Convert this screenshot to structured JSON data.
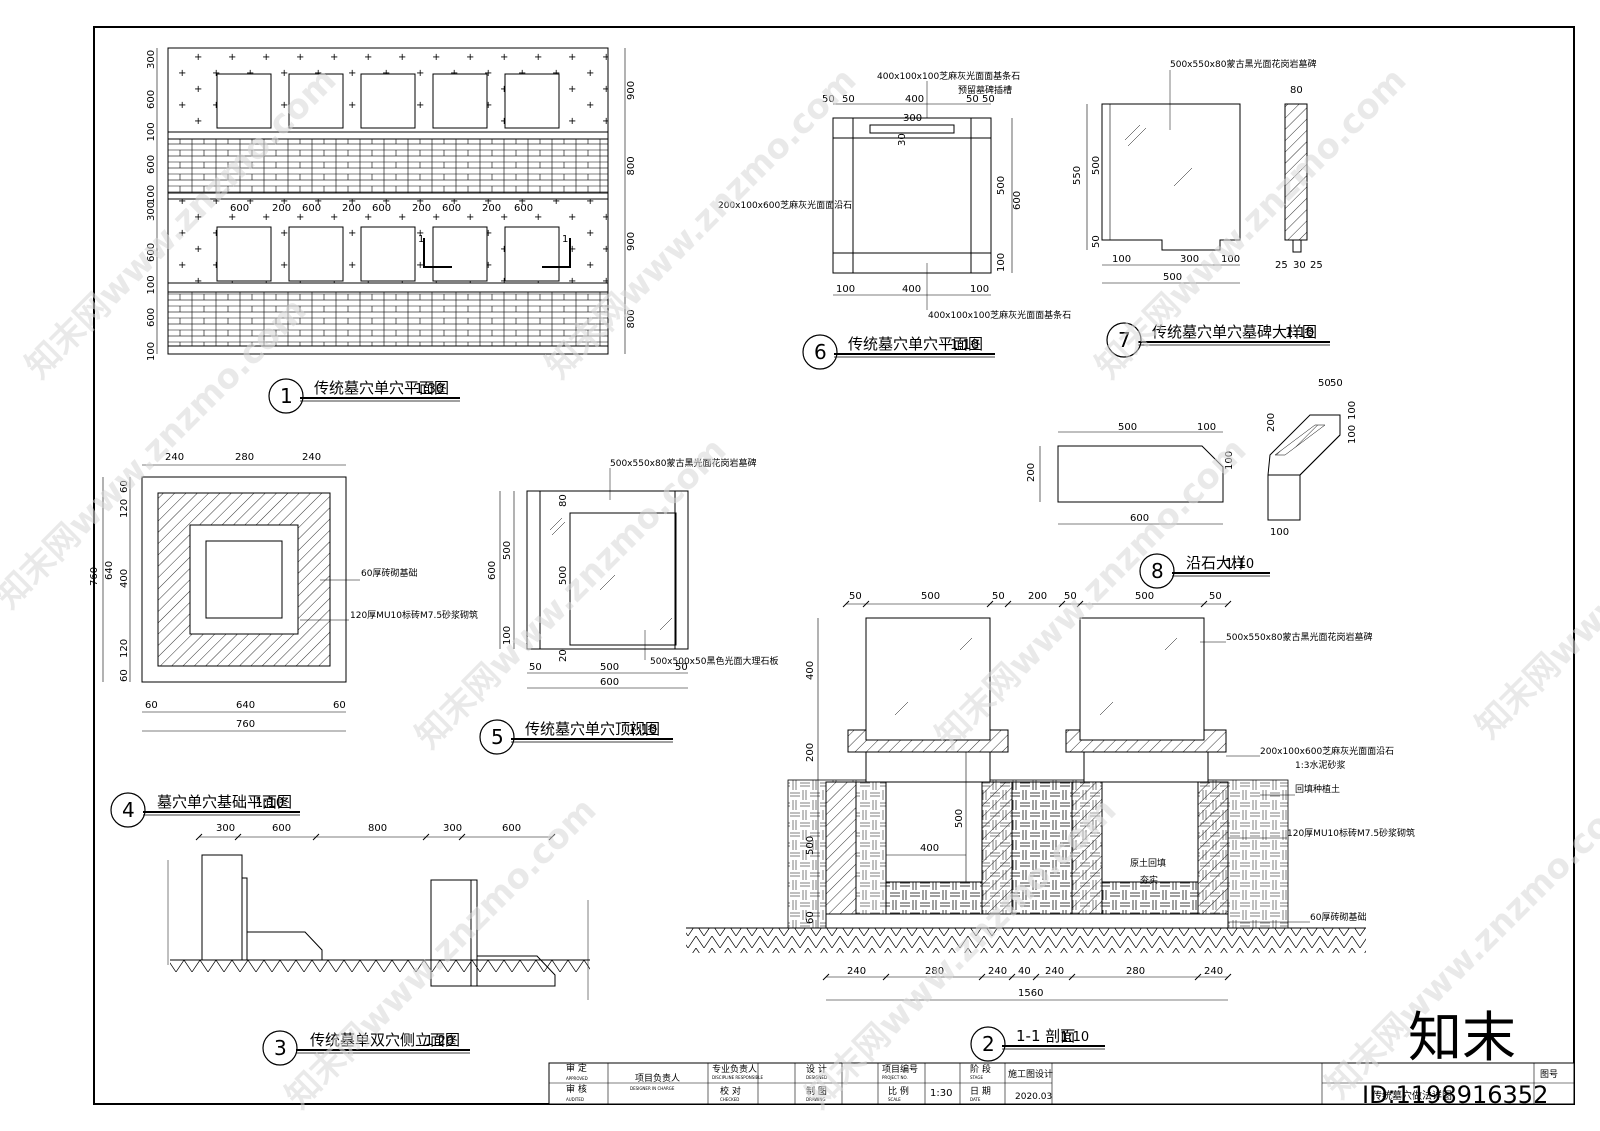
{
  "views": {
    "v1": {
      "num": "1",
      "title": "传统墓穴单穴平面图",
      "scale": "1:30"
    },
    "v2": {
      "num": "2",
      "title": "1-1 剖面",
      "scale": "1:10"
    },
    "v3": {
      "num": "3",
      "title": "传统墓单双穴侧立面图",
      "scale": "1:20"
    },
    "v4": {
      "num": "4",
      "title": "墓穴单穴基础平面图",
      "scale": "1:10"
    },
    "v5": {
      "num": "5",
      "title": "传统墓穴单穴顶视图",
      "scale": "1:10"
    },
    "v6": {
      "num": "6",
      "title": "传统墓穴单穴平面图",
      "scale": "1:10"
    },
    "v7": {
      "num": "7",
      "title": "传统墓穴单穴墓碑大样图",
      "scale": "1:10"
    },
    "v8": {
      "num": "8",
      "title": "沿石大样",
      "scale": "1:10"
    }
  },
  "notes": {
    "stone_400": "400x100x100芝麻灰光面面基条石",
    "slot": "预留墓碑插槽",
    "stone_200": "200x100x600芝麻灰光面面沿石",
    "tablet": "500x550x80蒙古黑光面花岗岩墓碑",
    "marble": "500x500x50黑色光面大理石板",
    "brick_base": "60厚砖砌基础",
    "brick_wall": "120厚MU10标砖M7.5砂浆砌筑",
    "mortar": "1:3水泥砂浆",
    "backfill": "回填种植土",
    "soil_fill": "原土回填",
    "compact": "夯实",
    "section_mark": "1"
  },
  "dims": {
    "v1_right": [
      "900",
      "800",
      "900",
      "800"
    ],
    "v1_left": [
      "300",
      "600",
      "100",
      "600",
      "100",
      "300",
      "600",
      "100",
      "600",
      "100"
    ],
    "v1_mid": [
      "600",
      "200",
      "600",
      "200",
      "600",
      "200",
      "600",
      "200",
      "600"
    ],
    "v6": {
      "top": [
        "50",
        "50",
        "400",
        "50",
        "50"
      ],
      "inner": "300",
      "slot": "30",
      "right": [
        "500",
        "600",
        "100"
      ],
      "bottom": [
        "100",
        "400",
        "100"
      ]
    },
    "v7": {
      "h550": "550",
      "h500": "500",
      "h50": "50",
      "bottom": [
        "100",
        "300",
        "100"
      ],
      "total": "500",
      "side_top": "80",
      "side_bottom": [
        "25",
        "30",
        "25"
      ]
    },
    "v8": {
      "top": [
        "500",
        "100"
      ],
      "left": "200",
      "right": "100",
      "bottom": "600",
      "iso": [
        "50",
        "50",
        "100",
        "100",
        "200",
        "100"
      ]
    },
    "v4": {
      "top": [
        "240",
        "280",
        "240"
      ],
      "left_outer": "760",
      "left_mid": "640",
      "left": [
        "60",
        "120",
        "400",
        "120",
        "60"
      ],
      "bottom": [
        "60",
        "640",
        "60"
      ],
      "total": "760"
    },
    "v5": {
      "top": "80",
      "left": "600",
      "left_in": "500",
      "mid": "500",
      "bottom": [
        "50",
        "500",
        "50"
      ],
      "total": "600",
      "b100": "100",
      "b20": "20"
    },
    "v3": {
      "top": [
        "300",
        "600",
        "800",
        "300",
        "600"
      ]
    },
    "v2": {
      "top": [
        "50",
        "500",
        "50",
        "200",
        "50",
        "500",
        "50"
      ],
      "left": [
        "400",
        "200",
        "500",
        "60"
      ],
      "inner500": "500",
      "inner400": "400",
      "bottom": [
        "240",
        "280",
        "240",
        "40",
        "240",
        "280",
        "240"
      ],
      "total": "1560"
    }
  },
  "titleblock": {
    "approved": "审 定",
    "approved_en": "APPROVED",
    "reviewed": "审 核",
    "reviewed_en": "AUDITED",
    "pm": "项目负责人",
    "pm_en": "DESIGNER IN CHARGE",
    "discipline": "专业负责人",
    "discipline_en": "DISCIPLINE RESPONSIBLE",
    "checked": "校 对",
    "checked_en": "CHECKED",
    "design": "设 计",
    "design_en": "DESIGNED",
    "drawn": "制 图",
    "drawn_en": "DRAWING",
    "project_no": "项目编号",
    "project_no_en": "PROJECT NO.",
    "ratio": "比 例",
    "ratio_en": "SCALE",
    "ratio_val": "1:30",
    "stage": "阶 段",
    "stage_en": "STAGE",
    "stage_val": "施工图设计",
    "date": "日 期",
    "date_en": "DATE",
    "date_val": "2020.03",
    "drawing_name": "传统墓穴做法详图",
    "sheet_no": "图号"
  },
  "watermark": {
    "text": "知末网www.znzmo.com",
    "logo": "知末",
    "id": "ID:1198916352"
  }
}
